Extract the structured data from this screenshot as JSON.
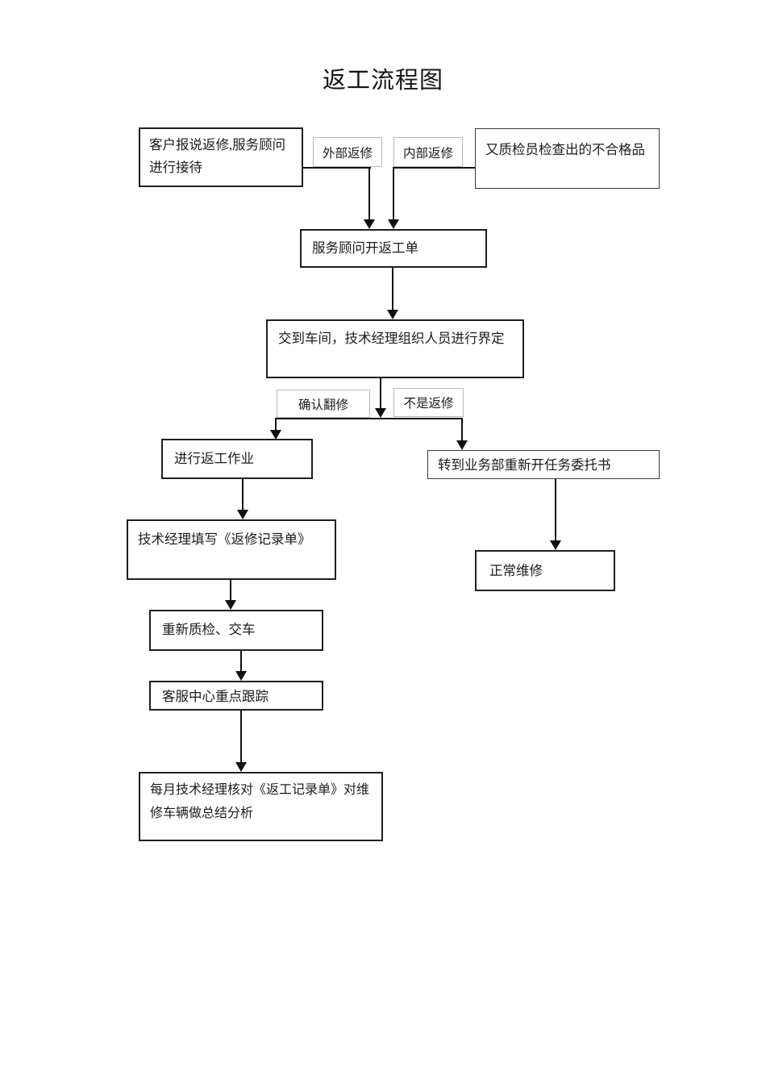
{
  "title": "返工流程图",
  "nodes": {
    "customer_reception": "客户报说返修,服务顾问进行接待",
    "qc_rejects": "又质检员检查出的不合格品",
    "open_rework_order": "服务顾问开返工单",
    "workshop_define": "交到车间，技术经理组织人员进行界定",
    "do_rework": "进行返工作业",
    "fill_record": "技术经理填写《返修记录单》",
    "re_inspect_deliver": "重新质检、交车",
    "service_center_follow": "客服中心重点跟踪",
    "monthly_review": "每月技术经理核对《返工记录单》对维修车辆做总结分析",
    "transfer_business": "转到业务部重新开任务委托书",
    "normal_repair": "正常维修"
  },
  "branch_labels": {
    "external_rework": "外部返修",
    "internal_rework": "内部返修",
    "confirmed_rework": "确认翻修",
    "not_rework": "不是返修"
  },
  "colors": {
    "line": "#111111",
    "box_border": "#1f1f1f",
    "label_border": "#b9b9b9",
    "background": "#ffffff"
  }
}
